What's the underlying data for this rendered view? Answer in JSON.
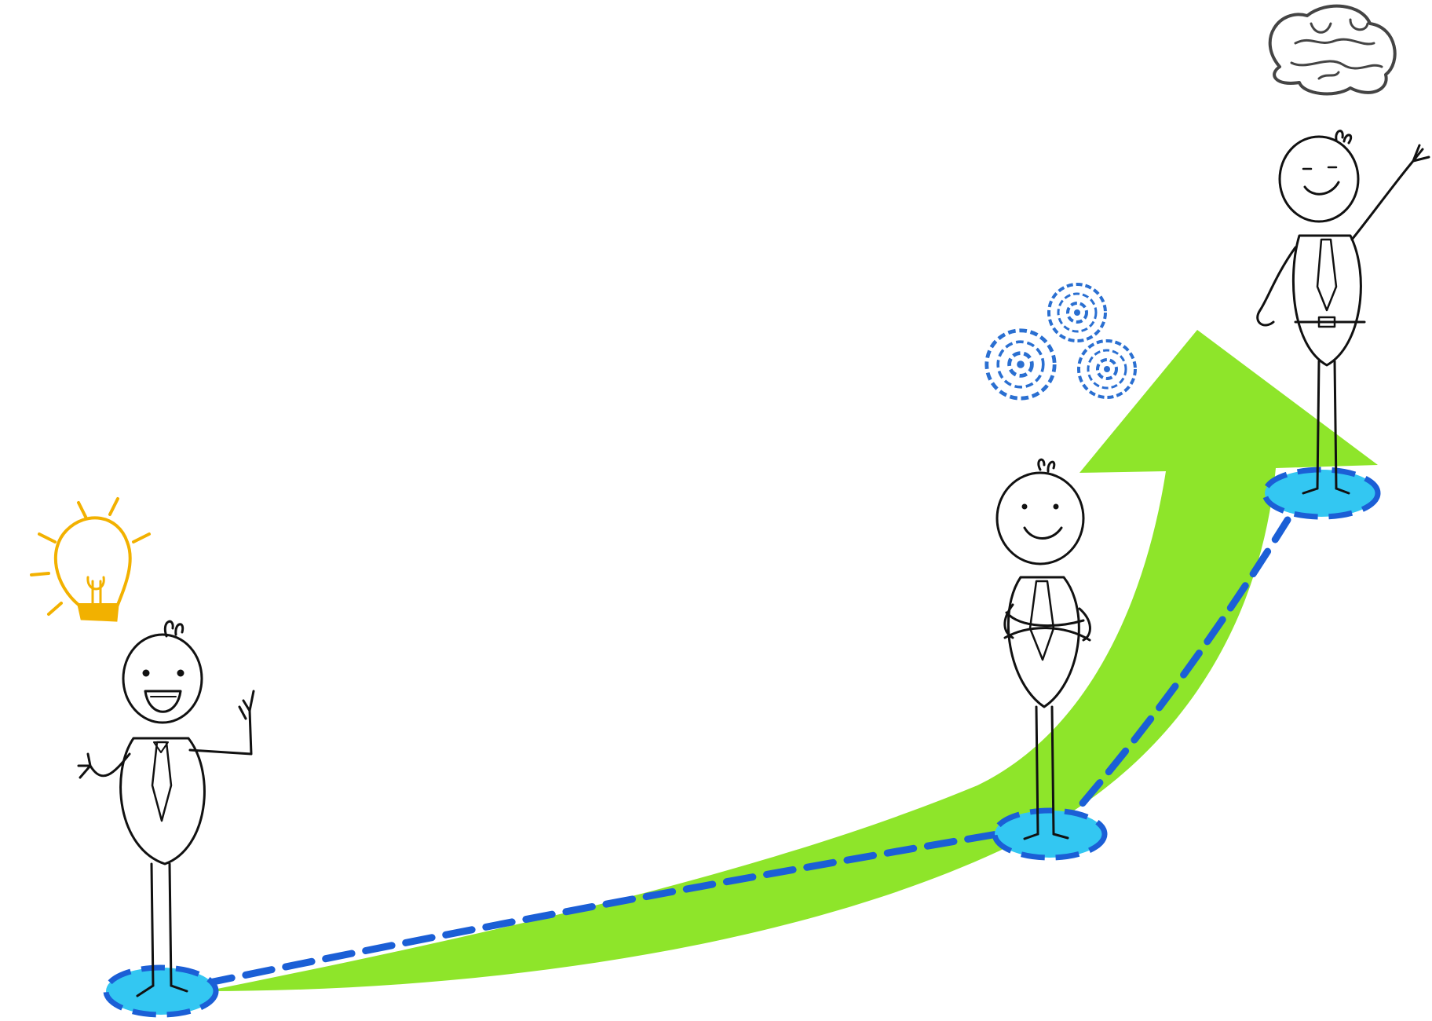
{
  "diagram": {
    "type": "growth-path-illustration",
    "colors": {
      "background": "#ffffff",
      "arrow": "#8ee52a",
      "path_dash": "#1b5fd6",
      "platform_fill": "#33c7f2",
      "platform_stroke": "#1b5fd6",
      "figure_stroke": "#111111",
      "lightbulb": "#f2b100",
      "gears": "#2a6fd1",
      "brain": "#444444"
    },
    "stages": [
      {
        "id": "idea",
        "figure_pose": "explaining",
        "icon": "lightbulb-icon"
      },
      {
        "id": "process",
        "figure_pose": "arms-crossed",
        "icon": "gears-icon"
      },
      {
        "id": "knowledge",
        "figure_pose": "waving",
        "icon": "brain-icon"
      }
    ]
  }
}
